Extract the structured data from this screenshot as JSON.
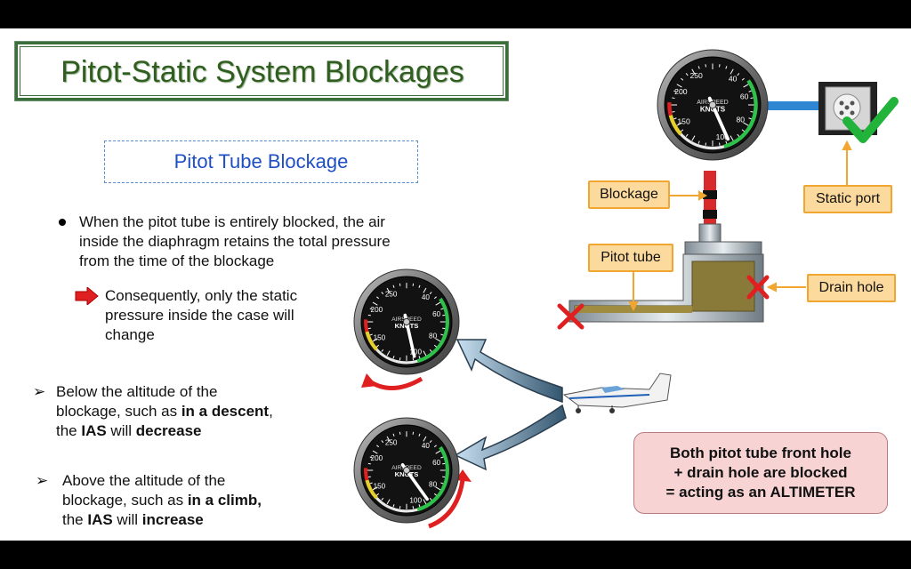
{
  "title": "Pitot-Static System Blockages",
  "subtitle": "Pitot Tube Blockage",
  "bullet1": {
    "line1": "When the pitot tube is entirely blocked, the air",
    "line2": "inside the diaphragm retains the total pressure",
    "line3": "from the time of the blockage"
  },
  "sub_bullet": {
    "line1": "Consequently, only the static",
    "line2": "pressure inside the case will",
    "line3": "change"
  },
  "descent_point": {
    "line1": "Below the altitude of the",
    "line2a": "blockage, such as ",
    "line2b": "in a descent",
    "line2c": ",",
    "line3a": "the ",
    "line3b": "IAS",
    "line3c": " will ",
    "line3d": "decrease"
  },
  "climb_point": {
    "line1": "Above the altitude of the",
    "line2a": "blockage, such as ",
    "line2b": "in a climb,",
    "line3a": "the ",
    "line3b": "IAS",
    "line3c": " will ",
    "line3d": "increase"
  },
  "labels": {
    "blockage": "Blockage",
    "static_port": "Static port",
    "pitot_tube": "Pitot tube",
    "drain_hole": "Drain hole",
    "climb": "Climb",
    "descent": "Descent"
  },
  "gauge": {
    "line1": "AIRSPEED",
    "line2": "KNOTS",
    "ticks": [
      "250",
      "40",
      "200",
      "60",
      "150",
      "80",
      "100"
    ]
  },
  "note": {
    "line1": "Both pitot tube front hole",
    "line2": "+ drain hole are blocked",
    "line3": "= acting as an ALTIMETER"
  },
  "colors": {
    "title_green": "#2f5e1f",
    "subtitle_blue": "#1f4fc4",
    "label_fill": "#fcd99c",
    "label_border": "#f0a630",
    "note_fill": "#f7d3d3",
    "blocked_red": "#e02020",
    "ok_green": "#22b33a"
  }
}
